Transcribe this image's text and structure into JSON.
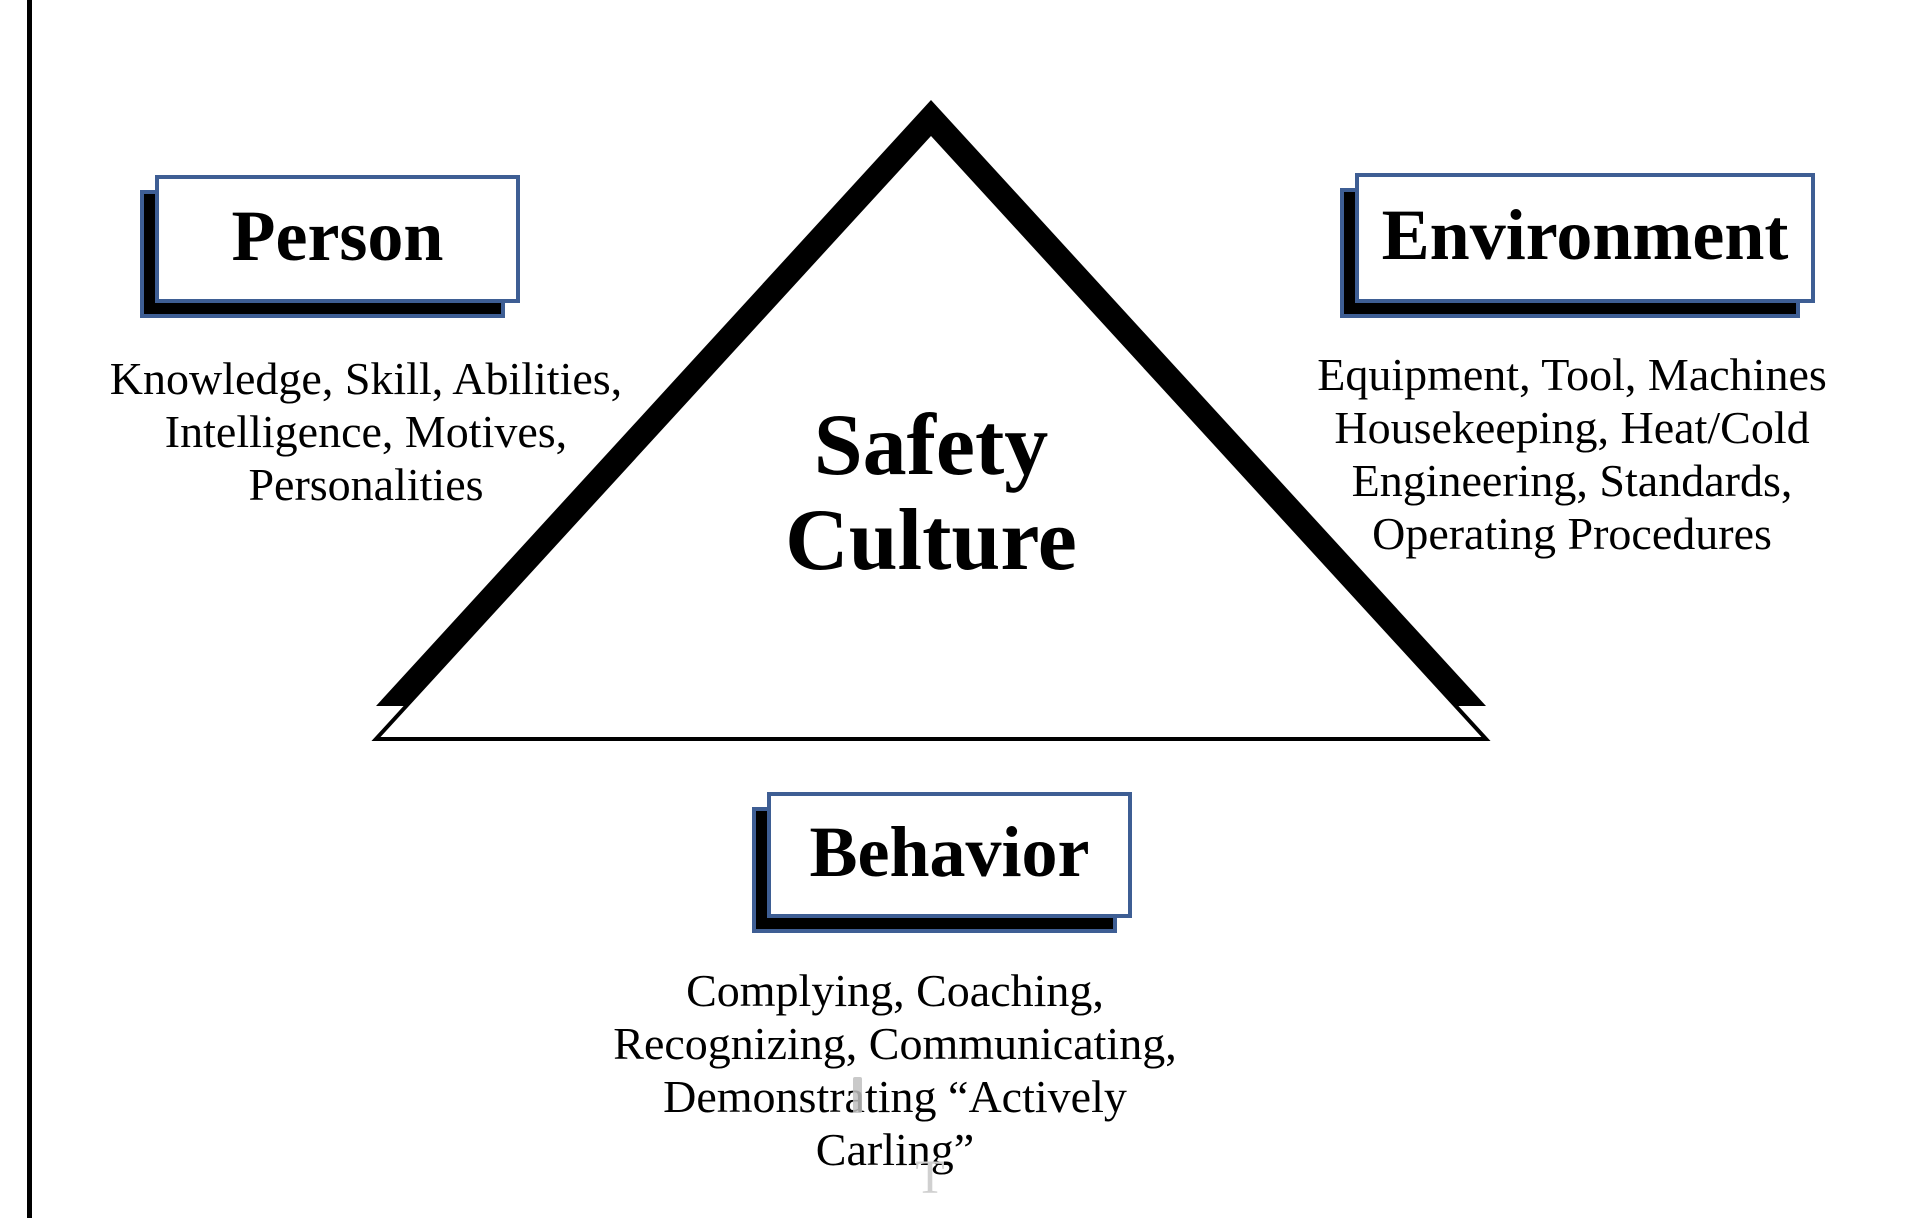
{
  "diagram": {
    "center_label": "Safety\nCulture",
    "nodes": [
      {
        "id": "person",
        "title": "Person",
        "details": "Knowledge, Skill, Abilities,\nIntelligence, Motives,\nPersonalities"
      },
      {
        "id": "environment",
        "title": "Environment",
        "details": "Equipment, Tool, Machines\nHousekeeping, Heat/Cold\nEngineering, Standards,\nOperating Procedures"
      },
      {
        "id": "behavior",
        "title": "Behavior",
        "details": "Complying, Coaching,\nRecognizing, Communicating,\nDemonstrating “Actively Carling”"
      }
    ],
    "colors": {
      "box_border_blue": "#3e5e94",
      "triangle_black": "#000000",
      "page_background": "#ffffff",
      "artifact_gray": "#d0d0d0"
    },
    "artifacts": {
      "stray_letter": "T"
    }
  }
}
